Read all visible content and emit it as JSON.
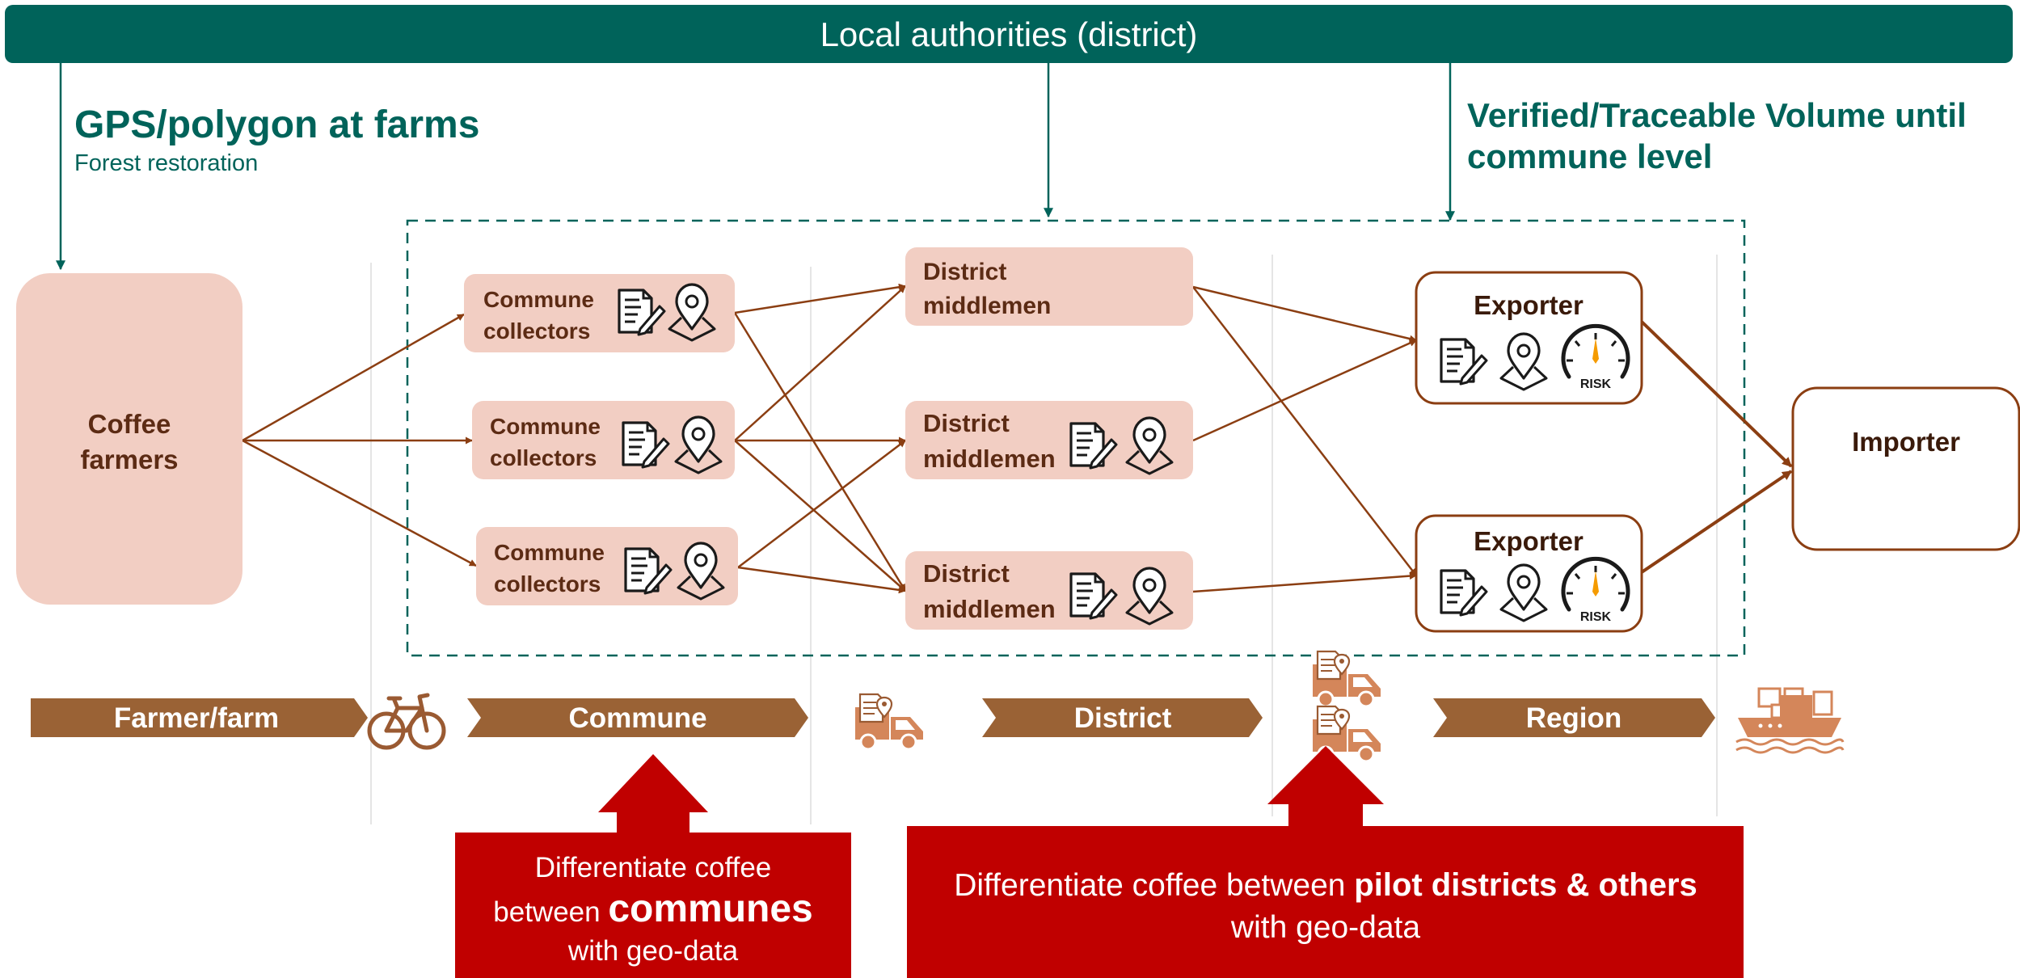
{
  "banner": {
    "title": "Local authorities (district)"
  },
  "annotations": {
    "gps_title": "GPS/polygon at farms",
    "gps_subtitle": "Forest restoration",
    "verified_line1": "Verified/Traceable Volume until",
    "verified_line2": "commune level"
  },
  "nodes": {
    "farmers": [
      "Coffee",
      "farmers"
    ],
    "commune_collectors": [
      [
        "Commune",
        "collectors"
      ],
      [
        "Commune",
        "collectors"
      ],
      [
        "Commune",
        "collectors"
      ]
    ],
    "district_middlemen": [
      [
        "District",
        "middlemen"
      ],
      [
        "District",
        "middlemen"
      ],
      [
        "District",
        "middlemen"
      ]
    ],
    "exporters": [
      "Exporter",
      "Exporter"
    ],
    "importer": "Importer",
    "risk_label": "RISK"
  },
  "stages": [
    "Farmer/farm",
    "Commune",
    "District",
    "Region"
  ],
  "callouts": {
    "communes": {
      "line1": "Differentiate coffee",
      "line2_prefix": "between ",
      "line2_bold": "communes",
      "line3": "with geo-data"
    },
    "districts": {
      "line1_prefix": "Differentiate coffee between ",
      "line1_bold": "pilot districts & others",
      "line2": "with geo-data"
    }
  },
  "icons": [
    "document-edit-icon",
    "location-pin-icon",
    "risk-gauge-icon",
    "bicycle-icon",
    "truck-icon",
    "ship-icon",
    "arrow-up-icon"
  ],
  "colors": {
    "teal": "#00635A",
    "node_fill": "#F2CEC3",
    "brown_dark": "#5C2B14",
    "arrow_brown": "#8B3E12",
    "stage_brown": "#9A6235",
    "icon_orange": "#D4865A",
    "callout_red": "#C00000",
    "gauge_orange": "#F59B00"
  }
}
